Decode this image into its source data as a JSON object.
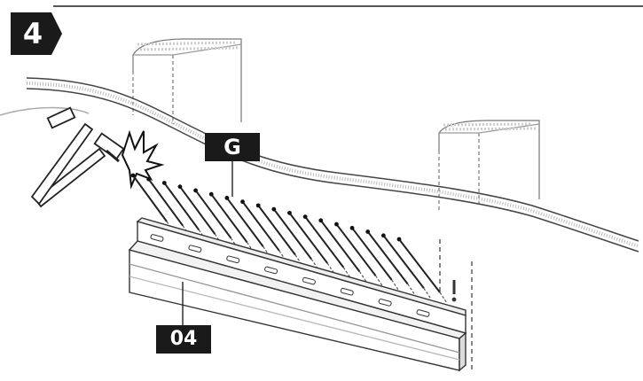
{
  "step": {
    "number": "4"
  },
  "callouts": {
    "nails_label": "G",
    "rail_label": "04"
  },
  "colors": {
    "ink": "#1a1a1a",
    "line": "#333333",
    "light": "#bbbbbb",
    "paper": "#ffffff"
  }
}
